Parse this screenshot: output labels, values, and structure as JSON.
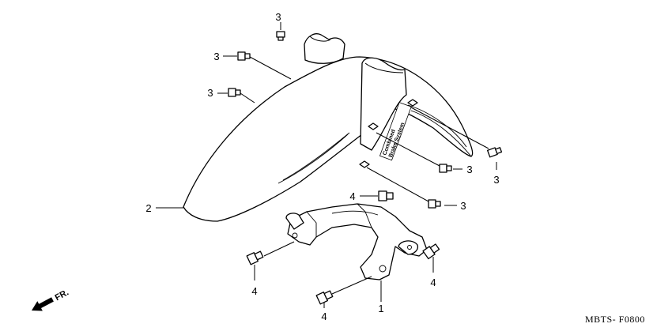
{
  "diagram": {
    "drawing_code": "MBTS- F0800",
    "direction_label": "FR.",
    "fender_logo_line1": "Combined",
    "fender_logo_line2": "Brake System",
    "callouts": {
      "c1": "1",
      "c2": "2",
      "c3a": "3",
      "c3b": "3",
      "c3c": "3",
      "c3d": "3",
      "c3e": "3",
      "c3f": "3",
      "c4a": "4",
      "c4b": "4",
      "c4c": "4",
      "c4d": "4"
    }
  }
}
